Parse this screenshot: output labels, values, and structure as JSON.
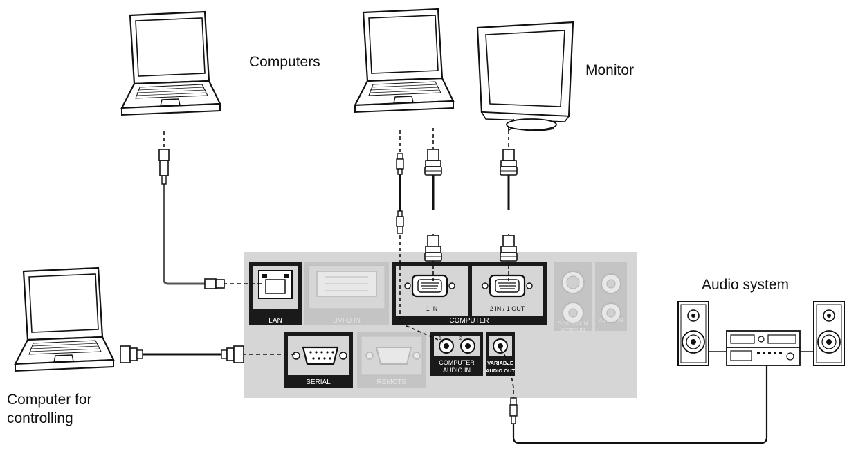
{
  "labels": {
    "computers": "Computers",
    "monitor": "Monitor",
    "audio_system": "Audio system",
    "computer_for_controlling": "Computer for\ncontrolling"
  },
  "panel": {
    "lan": "LAN",
    "dvi_d_in": "DVI-D IN",
    "computer_1_in": "1 IN",
    "computer_2_in_1_out": "2 IN / 1 OUT",
    "computer": "COMPUTER",
    "serial": "SERIAL",
    "remote": "REMOTE",
    "computer_audio_in_line1": "COMPUTER",
    "computer_audio_in_line2": "AUDIO IN",
    "audio_in_ch1": "1",
    "audio_in_ch2": "2",
    "variable_audio_out_line1": "VARIABLE",
    "variable_audio_out_line2": "AUDIO OUT",
    "s_video_in": "S-VIDEO IN",
    "video_in": "VIDEO IN",
    "audio_in": "AUDIO IN"
  },
  "colors": {
    "panel_bg": "#d6d6d6",
    "block_dark": "#1a1a1a",
    "block_faded": "#c4c4c4",
    "line": "#111111",
    "faded_text": "#b0b0b0"
  }
}
